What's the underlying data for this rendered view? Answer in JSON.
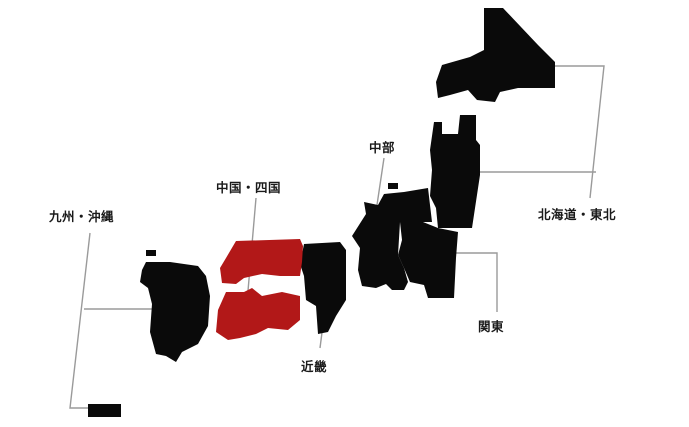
{
  "map": {
    "colors": {
      "default_region": "#0a0a0a",
      "highlighted_region": "#b21818",
      "leader_line": "#9a9a9a",
      "label": "#1a1a1a",
      "background": "#ffffff"
    },
    "highlighted": "chugoku-shikoku",
    "regions": [
      {
        "id": "kyushu-okinawa",
        "label": "九州・沖縄"
      },
      {
        "id": "chugoku-shikoku",
        "label": "中国・四国"
      },
      {
        "id": "chubu",
        "label": "中部"
      },
      {
        "id": "kinki",
        "label": "近畿"
      },
      {
        "id": "kanto",
        "label": "関東"
      },
      {
        "id": "hokkaido-tohoku",
        "label": "北海道・東北"
      }
    ]
  }
}
